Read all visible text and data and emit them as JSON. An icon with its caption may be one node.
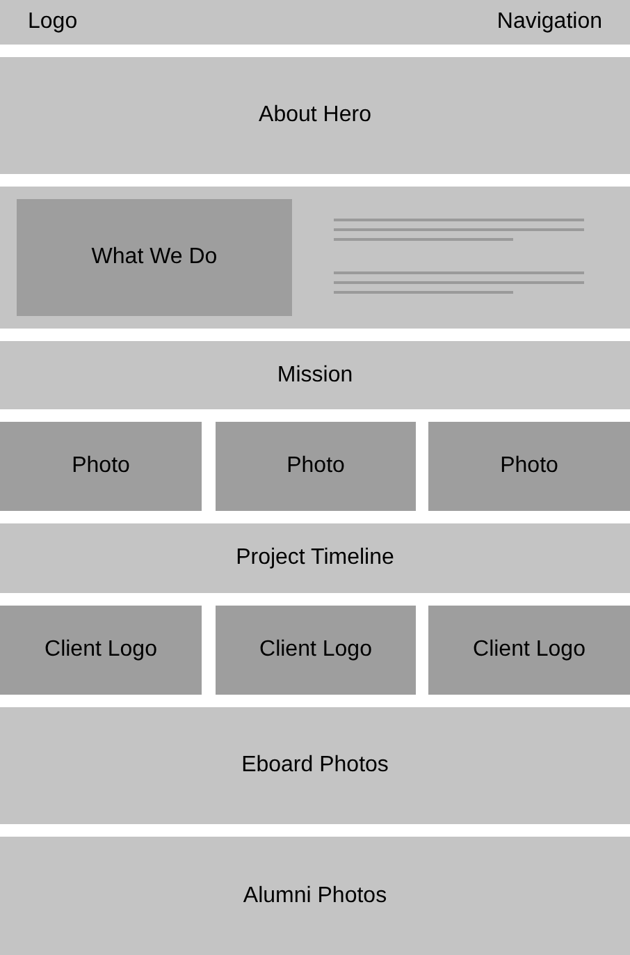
{
  "diagram": {
    "nodes": [
      {
        "text": [
          "Logo",
          "Navigation"
        ]
      },
      {
        "text": [
          "About Hero"
        ]
      },
      {
        "text": [],
        "shape": "box"
      },
      {
        "text": [
          "What We Do"
        ],
        "in": 2
      },
      {
        "text": [
          "Mission"
        ]
      },
      {
        "text": [
          "Photo"
        ]
      },
      {
        "text": [
          "Photo"
        ]
      },
      {
        "text": [
          "Photo"
        ]
      },
      {
        "text": [
          "Project Timeline"
        ]
      },
      {
        "text": [
          "Client Logo"
        ]
      },
      {
        "text": [
          "Client Logo"
        ]
      },
      {
        "text": [
          "Client Logo"
        ]
      },
      {
        "text": [
          "Eboard Photos"
        ]
      },
      {
        "text": [
          "Alumni Photos"
        ]
      }
    ]
  }
}
